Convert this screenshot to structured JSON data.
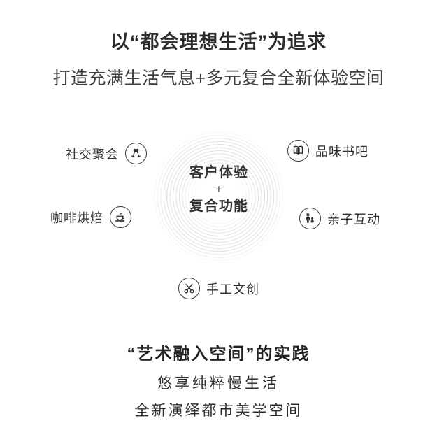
{
  "header": {
    "title": "以“都会理想生活”为追求",
    "subtitle": "打造充满生活气息+多元复合全新体验空间"
  },
  "diagram": {
    "center": {
      "line1": "客户体验",
      "plus": "+",
      "line2": "复合功能"
    },
    "items": [
      {
        "label": "社交聚会",
        "icon": "wine-glasses-icon",
        "position": "top-left"
      },
      {
        "label": "品味书吧",
        "icon": "open-book-icon",
        "position": "top-right"
      },
      {
        "label": "咖啡烘焙",
        "icon": "coffee-cup-icon",
        "position": "mid-left"
      },
      {
        "label": "亲子互动",
        "icon": "parent-child-icon",
        "position": "mid-right"
      },
      {
        "label": "手工文创",
        "icon": "scissors-icon",
        "position": "bottom-center"
      }
    ]
  },
  "footer": {
    "line1": "“艺术融入空间”的实践",
    "line2": "悠享纯粹慢生活",
    "line3": "全新演绎都市美学空间"
  },
  "colors": {
    "text_primary": "#2d2d2d",
    "ring": "#e3e3e3",
    "icon_stroke": "#2e2e2e",
    "background": "#ffffff"
  }
}
